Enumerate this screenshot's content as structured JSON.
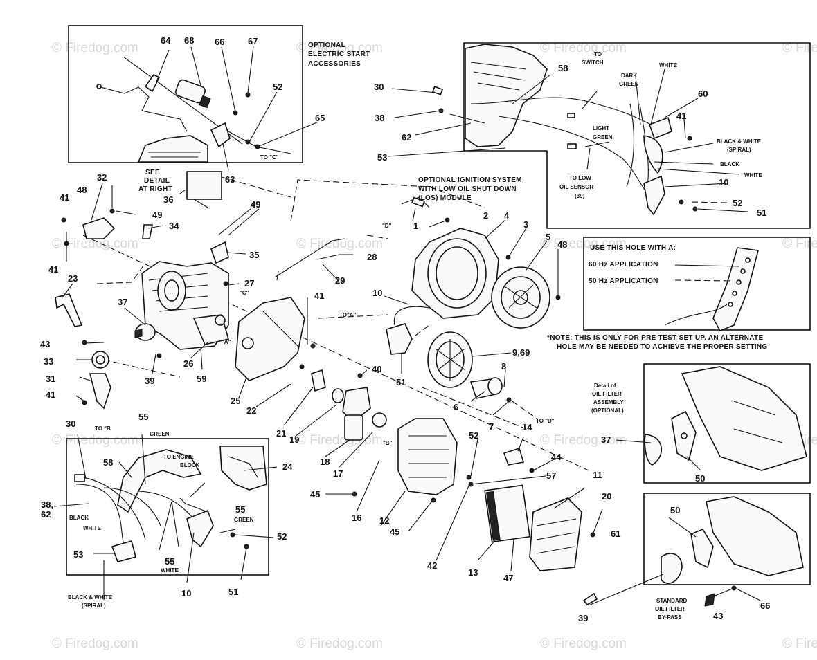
{
  "watermark": "© Firedog.com",
  "captions": {
    "electric_start": [
      "OPTIONAL",
      "ELECTRIC START",
      "ACCESSORIES"
    ],
    "see_detail": [
      "SEE",
      "DETAIL",
      "AT RIGHT"
    ],
    "ignition": [
      "OPTIONAL IGNITION SYSTEM",
      "WITH LOW OIL SHUT DOWN",
      "(LOS) MODULE"
    ],
    "hole_note_title": "USE THIS HOLE WITH A:",
    "hz60": "60 Hz APPLICATION",
    "hz50": "50 Hz APPLICATION",
    "note": [
      "*NOTE: THIS IS ONLY FOR PRE TEST SET UP.  AN ALTERNATE",
      "HOLE MAY BE NEEDED TO ACHIEVE THE PROPER SETTING"
    ],
    "oil_filter_detail": [
      "Detail of",
      "OIL FILTER",
      "ASSEMBLY",
      "(OPTIONAL)"
    ],
    "standard_bypass": [
      "STANDARD",
      "OIL FILTER",
      "BY-PASS"
    ],
    "to_switch": [
      "TO",
      "SWITCH"
    ],
    "dark_green": [
      "DARK",
      "GREEN"
    ],
    "white_top": "WHITE",
    "light_green": [
      "LIGHT",
      "GREEN"
    ],
    "black_white_spiral_r": [
      "BLACK & WHITE",
      "(SPIRAL)"
    ],
    "black_r": "BLACK",
    "white_r": "WHITE",
    "to_low_oil": [
      "TO LOW",
      "OIL SENSOR",
      "(39)"
    ],
    "to_c_small": "TO \"C\"",
    "to_a": "TO\"A\"",
    "to_b": "TO \"B",
    "to_d": "TO \"D\"",
    "a_mark": "\"A\"",
    "b_mark": "\"B\"",
    "c_mark": "\"C\"",
    "d_mark": "\"D\"",
    "green_top": "GREEN",
    "to_engine_block": [
      "TO ENGINE",
      "BLOCK"
    ],
    "green_bl": "GREEN",
    "black_bl": "BLACK",
    "white_bl": "WHITE",
    "white_small": "WHITE",
    "black_white_spiral_bl": [
      "BLACK & WHITE",
      "(SPIRAL)"
    ]
  },
  "part_numbers": {
    "n64": "64",
    "n68": "68",
    "n66a": "66",
    "n67": "67",
    "n52a": "52",
    "n65": "65",
    "n63": "63",
    "n30a": "30",
    "n58a": "58",
    "n38a": "38",
    "n62a": "62",
    "n53a": "53",
    "n60": "60",
    "n41a": "41",
    "n10a": "10",
    "n52b": "52",
    "n51a": "51",
    "n32": "32",
    "n48a": "48",
    "n41b": "41",
    "n49a": "49",
    "n36": "36",
    "n34": "34",
    "n49b": "49",
    "n35": "35",
    "n41c": "41",
    "n23": "23",
    "n27": "27",
    "n28": "28",
    "n29": "29",
    "n37a": "37",
    "n43a": "43",
    "n33": "33",
    "n39a": "39",
    "n26": "26",
    "n59": "59",
    "n31": "31",
    "n41d": "41",
    "n41e": "41",
    "n25": "25",
    "n22": "22",
    "n21": "21",
    "n19": "19",
    "n40": "40",
    "n18": "18",
    "n17": "17",
    "n16": "16",
    "n45a": "45",
    "n45b": "45",
    "n12": "12",
    "n1": "1",
    "n2": "2",
    "n4": "4",
    "n3": "3",
    "n5": "5",
    "n48b": "48",
    "n10b": "10",
    "n969": "9,69",
    "n51b": "51",
    "n8": "8",
    "n6": "6",
    "n7": "7",
    "n14": "14",
    "n44": "44",
    "n52c": "52",
    "n57": "57",
    "n11": "11",
    "n20": "20",
    "n42": "42",
    "n13": "13",
    "n47": "47",
    "n37b": "37",
    "n50a": "50",
    "n50b": "50",
    "n61": "61",
    "n39b": "39",
    "n43b": "43",
    "n66b": "66",
    "n30b": "30",
    "n58b": "58",
    "n55a": "55",
    "n24": "24",
    "n55b": "55",
    "n3862": "38,",
    "n62b": "62",
    "n55c": "55",
    "n53b": "53",
    "n10c": "10",
    "n51c": "51",
    "n52d": "52"
  },
  "icons": [
    "generator-exploded-diagram"
  ]
}
